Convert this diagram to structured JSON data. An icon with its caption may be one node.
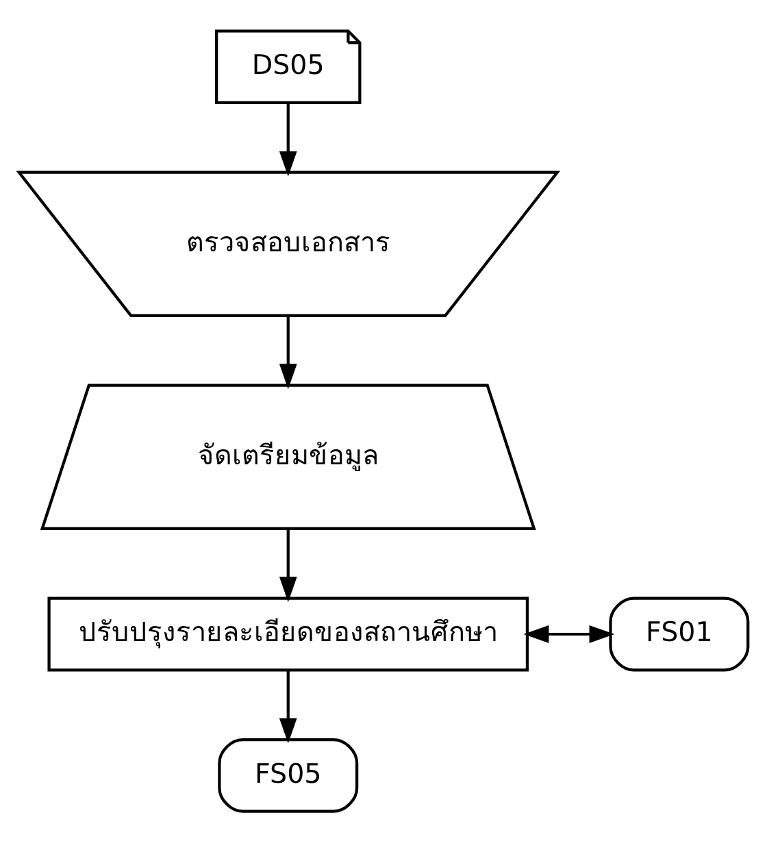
{
  "diagram": {
    "nodes": [
      {
        "text": [
          "DS05"
        ]
      },
      {
        "text": [
          "ตรวจสอบเอกสาร"
        ]
      },
      {
        "text": [
          "จัดเตรียมข้อมูล"
        ]
      },
      {
        "text": [
          "ปรับปรุงรายละเอียดของสถานศึกษา"
        ]
      },
      {
        "text": [
          "FS01"
        ]
      },
      {
        "text": [
          "FS05"
        ]
      }
    ],
    "edges": [
      {
        "from": 0,
        "to": 1,
        "arrow": "to"
      },
      {
        "from": 1,
        "to": 2,
        "arrow": "to"
      },
      {
        "from": 2,
        "to": 3,
        "arrow": "to"
      },
      {
        "from": 3,
        "to": 4,
        "arrow": "both"
      },
      {
        "from": 3,
        "to": 5,
        "arrow": "to"
      }
    ]
  }
}
